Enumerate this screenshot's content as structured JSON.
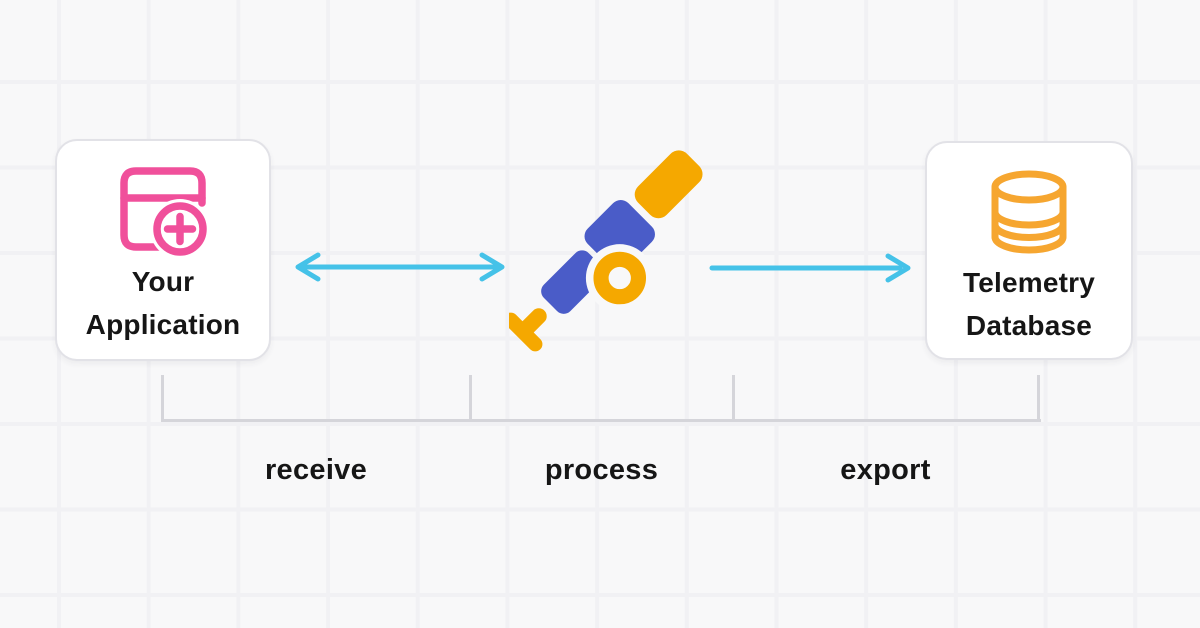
{
  "colors": {
    "bg": "#F8F8F9",
    "grid-line": "#F1F1F4",
    "card-bg": "#FFFFFF",
    "card-border": "#E2E2E7",
    "text": "#161616",
    "pink": "#F0509B",
    "blue": "#4A5CC8",
    "orange": "#F5A800",
    "db-orange": "#F6A630",
    "cyan": "#45C2E8",
    "bracket": "#D5D5DA"
  },
  "diagram": {
    "app_card": {
      "icon": "app-window-plus-icon",
      "lines": [
        "Your",
        "Application"
      ]
    },
    "collector": {
      "icon": "opentelemetry-telescope-icon"
    },
    "db_card": {
      "icon": "database-icon",
      "lines": [
        "Telemetry",
        "Database"
      ]
    },
    "pipeline_stages": [
      {
        "label": "receive"
      },
      {
        "label": "process"
      },
      {
        "label": "export"
      }
    ]
  }
}
